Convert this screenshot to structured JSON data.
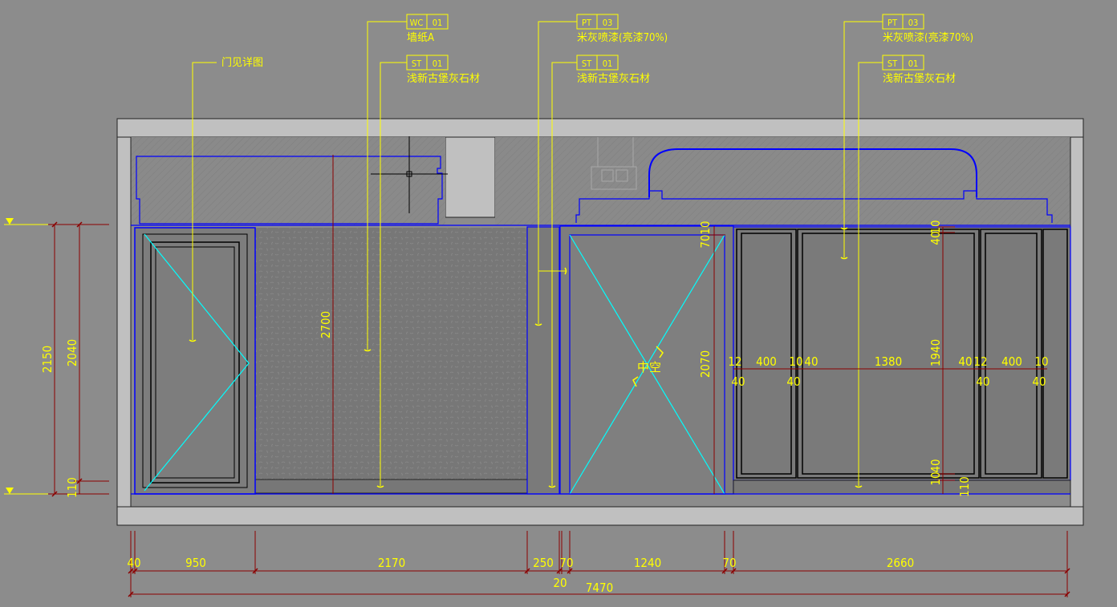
{
  "drawing": {
    "type": "interior-elevation",
    "colors": {
      "background": "#8c8c8c",
      "outline": "#0000ff",
      "dimension": "#8b0000",
      "annotation": "#ffff00",
      "cross": "#00ffff",
      "panel": "#6e6e6e",
      "slab": "#c0c0c0"
    }
  },
  "callouts": [
    {
      "code": "WC",
      "num": "01",
      "text": "墙纸A"
    },
    {
      "code": "ST",
      "num": "01",
      "text": "浅新古堡灰石材"
    },
    {
      "code": "PT",
      "num": "03",
      "text": "米灰喷漆(亮漆70%)"
    },
    {
      "code": "ST",
      "num": "01",
      "text": "浅新古堡灰石材"
    },
    {
      "code": "PT",
      "num": "03",
      "text": "米灰喷漆(亮漆70%)"
    },
    {
      "code": "ST",
      "num": "01",
      "text": "浅新古堡灰石材"
    }
  ],
  "notes": {
    "door_ref": "门见详图",
    "void": "中空"
  },
  "dims": {
    "bottom": [
      "40",
      "950",
      "2170",
      "250",
      "70",
      "20",
      "1240",
      "70",
      "2660"
    ],
    "total": "7470",
    "left_outer": "2150",
    "left_inner": "2040",
    "left_base": "110",
    "wall_height": "2700",
    "opening_height": "2070",
    "opening_top": "70",
    "opening_top_gap": "10",
    "cabinet_widths": [
      "12",
      "400",
      "10",
      "40",
      "1380",
      "40",
      "12",
      "400",
      "10"
    ],
    "cabinet_lower": [
      "40",
      "40",
      "40",
      "40"
    ],
    "cabinet_height": "1940",
    "cabinet_top": [
      "40",
      "10"
    ],
    "cabinet_bottom": [
      "10",
      "40"
    ],
    "cabinet_base": "110"
  }
}
